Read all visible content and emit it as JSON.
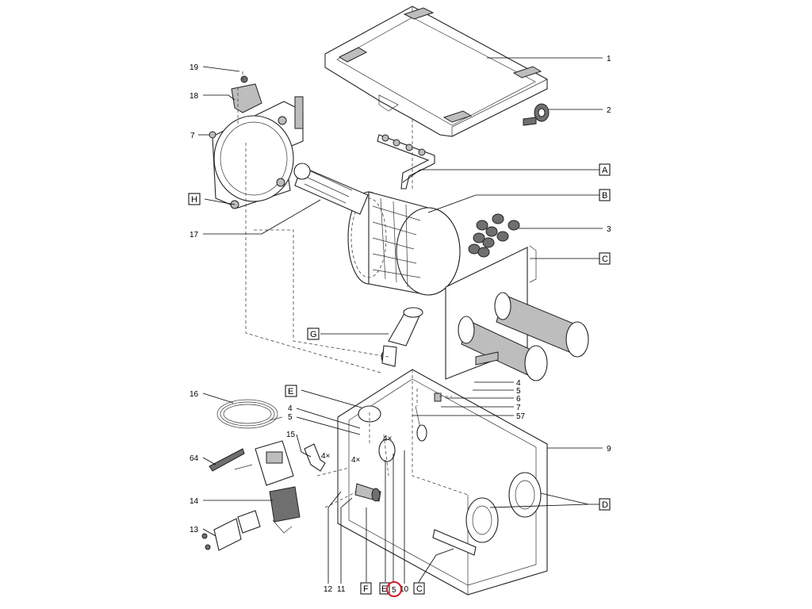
{
  "callouts": {
    "n1": "1",
    "n2": "2",
    "n3": "3",
    "n4a": "4",
    "n5a": "5",
    "n6": "6",
    "n7a": "7",
    "n57": "57",
    "n9": "9",
    "n19": "19",
    "n18": "18",
    "n7b": "7",
    "n17": "17",
    "n16": "16",
    "n4b": "4",
    "n5b": "5",
    "n15": "15",
    "n64": "64",
    "n14": "14",
    "n13": "13",
    "n12": "12",
    "n11": "11",
    "n5c": "5",
    "n10": "10",
    "mult_a": "4×",
    "mult_b": "4×",
    "mult_c": "4×"
  },
  "letter_boxes": {
    "A": "A",
    "B": "B",
    "C1": "C",
    "D": "D",
    "G": "G",
    "H": "H",
    "E_top": "E",
    "F": "F",
    "E_bottom": "E",
    "C_bottom": "C"
  },
  "highlight": {
    "label": "5",
    "color": "#d0202a"
  },
  "colors": {
    "line": "#000000",
    "grey_fill": "#bdbdbd",
    "dark_fill": "#6f6f6f"
  }
}
